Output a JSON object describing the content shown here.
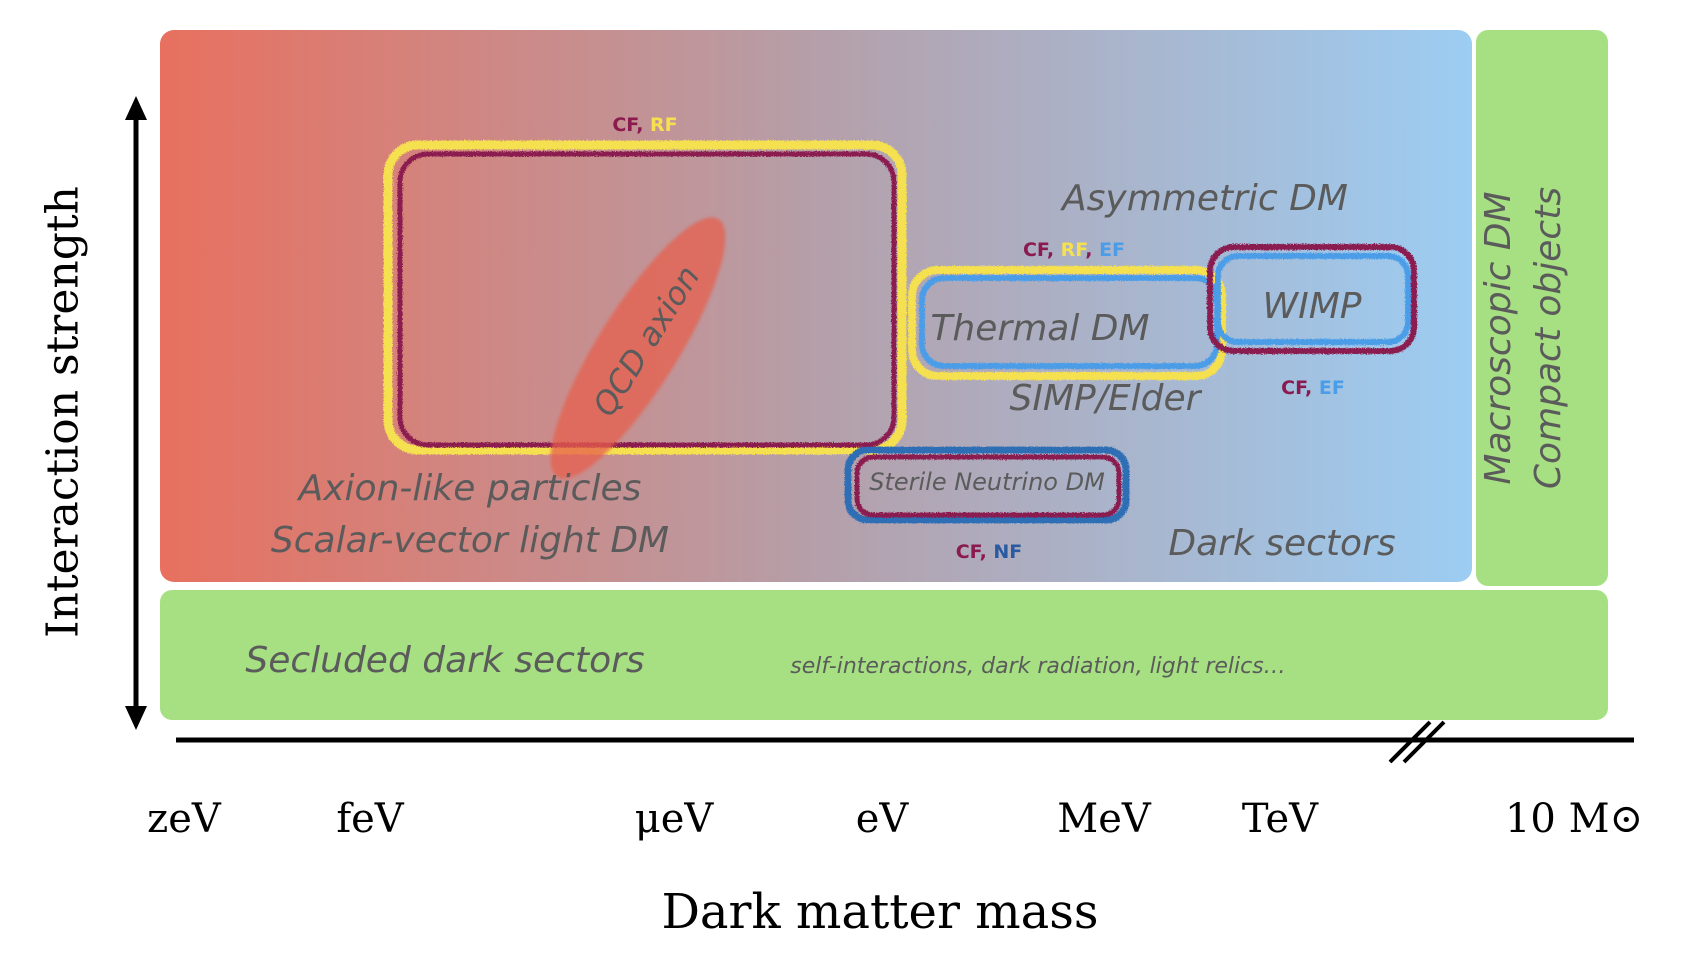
{
  "axes": {
    "y_label": "Interaction strength",
    "x_label": "Dark matter mass",
    "x_ticks": [
      "zeV",
      "feV",
      "μeV",
      "eV",
      "MeV",
      "TeV",
      "10 M⊙"
    ]
  },
  "regions": {
    "main_band_colors": {
      "left": "#e8705f",
      "middle": "#b59fa9",
      "right": "#9ccdf3"
    },
    "macroscopic": {
      "line1": "Macroscopic DM",
      "line2": "Compact objects",
      "color": "#a6e083"
    },
    "secluded": {
      "title": "Secluded dark sectors",
      "subtitle": "self-interactions, dark radiation, light relics…",
      "color": "#a6e083"
    }
  },
  "labels": {
    "qcd_axion": "QCD axion",
    "alp_line1": "Axion-like particles",
    "alp_line2": "Scalar-vector light DM",
    "asymmetric": "Asymmetric DM",
    "thermal": "Thermal DM",
    "simp": "SIMP/Elder",
    "wimp": "WIMP",
    "sterile": "Sterile Neutrino DM",
    "dark_sectors": "Dark sectors"
  },
  "tags": {
    "axion_box": [
      {
        "text": "CF",
        "color": "#8b1a4f"
      },
      {
        "text": ", ",
        "color": "#8b1a4f"
      },
      {
        "text": "RF",
        "color": "#f5e050"
      }
    ],
    "thermal_box": [
      {
        "text": "CF",
        "color": "#8b1a4f"
      },
      {
        "text": ", ",
        "color": "#8b1a4f"
      },
      {
        "text": "RF",
        "color": "#f5e050"
      },
      {
        "text": ", ",
        "color": "#8b1a4f"
      },
      {
        "text": "EF",
        "color": "#4c9de8"
      }
    ],
    "wimp_box": [
      {
        "text": "CF",
        "color": "#8b1a4f"
      },
      {
        "text": ", ",
        "color": "#8b1a4f"
      },
      {
        "text": "EF",
        "color": "#4c9de8"
      }
    ],
    "sterile_box": [
      {
        "text": "CF",
        "color": "#8b1a4f"
      },
      {
        "text": ", ",
        "color": "#8b1a4f"
      },
      {
        "text": "NF",
        "color": "#2a5aa0"
      }
    ]
  },
  "colors": {
    "cf": "#8b1a4f",
    "rf": "#f5e050",
    "ef": "#4c9de8",
    "nf": "#2f6eb5",
    "label_text": "#5b5b5b",
    "qcd_ellipse": "#e5604e"
  }
}
